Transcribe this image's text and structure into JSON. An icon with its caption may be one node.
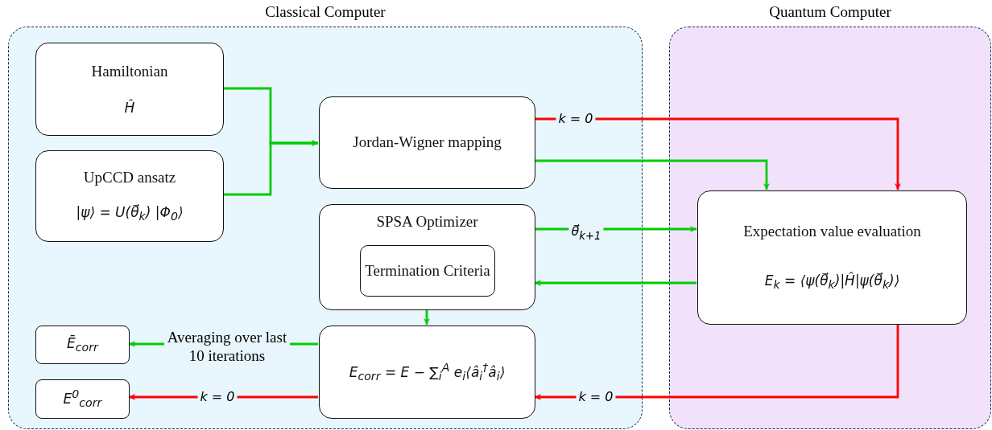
{
  "diagram": {
    "nodes": [
      {
        "text": [
          "Classical Computer"
        ]
      },
      {
        "text": [
          "Quantum Computer"
        ]
      },
      {
        "text": [
          "Hamiltonian",
          "Ĥ"
        ],
        "in": 0
      },
      {
        "text": [
          "UpCCD ansatz",
          "|ψ⟩ = U(θ⃗$_{k}$) |Φ$_{0}$⟩"
        ],
        "in": 0
      },
      {
        "text": [
          "Jordan-Wigner mapping"
        ],
        "in": 0
      },
      {
        "text": [
          "SPSA Optimizer"
        ],
        "in": 0
      },
      {
        "text": [
          "Termination Criteria"
        ],
        "in": 5
      },
      {
        "text": [
          "E$_{corr}$ = E − ∑$_{i}$$^{A}$ e$_{i}$⟨â$_{i}$$^{†}$â$_{i}$⟩"
        ],
        "in": 0
      },
      {
        "text": [
          "Ē$_{corr}$"
        ],
        "in": 0
      },
      {
        "text": [
          "E$^{0}$$_{corr}$"
        ],
        "in": 0
      },
      {
        "text": [
          "Expectation value evaluation",
          "E$_{k}$ = ⟨ψ(θ⃗$_{k}$)|Ĥ|ψ(θ⃗$_{k}$)⟩"
        ],
        "in": 1
      }
    ],
    "edges": [
      {
        "from": 2,
        "to": 4,
        "arrow": "to"
      },
      {
        "from": 3,
        "to": 4,
        "arrow": "to"
      },
      {
        "from": 4,
        "to": 10,
        "arrow": "to",
        "label": "*k* = 0",
        "color": "#ff0000"
      },
      {
        "from": 4,
        "to": 10,
        "arrow": "to"
      },
      {
        "from": 5,
        "to": 10,
        "arrow": "to",
        "label": "θ⃗$_{k+1}$"
      },
      {
        "from": 10,
        "to": 5,
        "arrow": "to"
      },
      {
        "from": 5,
        "to": 7,
        "arrow": "to"
      },
      {
        "from": 7,
        "to": 8,
        "arrow": "to",
        "label": "Averaging over last 10 iterations"
      },
      {
        "from": 7,
        "to": 9,
        "arrow": "to",
        "label": "*k* = 0",
        "color": "#ff0000"
      },
      {
        "from": 10,
        "to": 7,
        "arrow": "to",
        "label": "*k* = 0",
        "color": "#ff0000"
      }
    ]
  }
}
